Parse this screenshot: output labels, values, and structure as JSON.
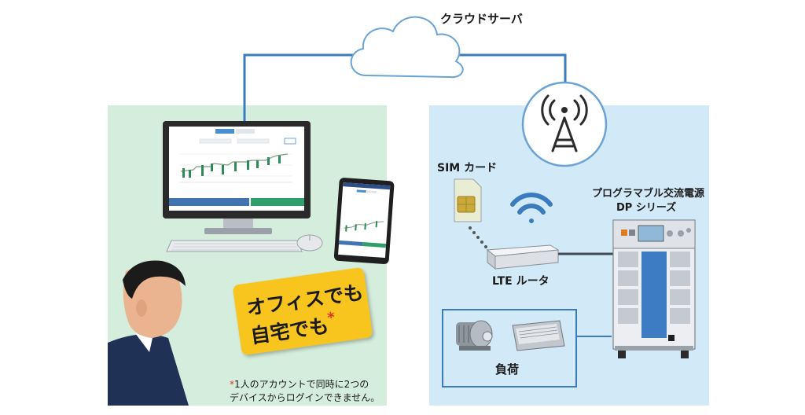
{
  "labels": {
    "cloud_server": "クラウドサーバ",
    "sim_card": "SIM カード",
    "lte_router": "LTE ルータ",
    "power_source_line1": "プログラマブル交流電源",
    "power_source_line2": "DP シリーズ",
    "load": "負荷"
  },
  "badge": {
    "line1": "オフィスでも",
    "line2": "自宅でも",
    "asterisk": "*"
  },
  "note": {
    "asterisk": "*",
    "line1": "1人のアカウントで同時に2つの",
    "line2": "デバイスからログインできません。"
  },
  "colors": {
    "left_panel": "#d5eddc",
    "right_panel": "#d2e9f8",
    "line": "#3b7bbf",
    "badge": "#f7c51e",
    "accent_red": "#e0322b"
  }
}
